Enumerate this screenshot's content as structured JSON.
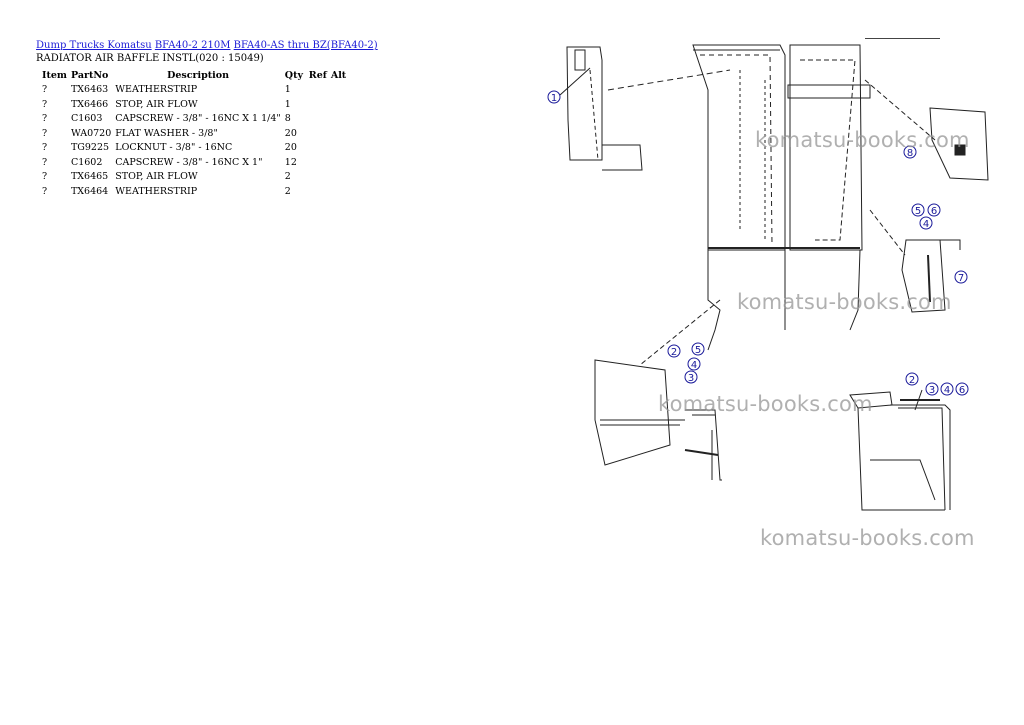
{
  "breadcrumb": {
    "link1": "Dump Trucks Komatsu",
    "link2": "BFA40-2 210M",
    "link3": "BFA40-AS thru BZ(BFA40-2)"
  },
  "subtitle": "RADIATOR AIR BAFFLE INSTL(020 : 15049)",
  "table": {
    "headers": {
      "item": "Item",
      "partno": "PartNo",
      "description": "Description",
      "qty": "Qty",
      "ref": "Ref",
      "alt": "Alt"
    },
    "rows": [
      {
        "item": "?",
        "partno": "TX6463",
        "description": "WEATHERSTRIP",
        "qty": "1"
      },
      {
        "item": "?",
        "partno": "TX6466",
        "description": "STOP, AIR FLOW",
        "qty": "1"
      },
      {
        "item": "?",
        "partno": "C1603",
        "description": "CAPSCREW - 3/8\" - 16NC X 1 1/4\"",
        "qty": "8"
      },
      {
        "item": "?",
        "partno": "WA0720",
        "description": "FLAT WASHER - 3/8\"",
        "qty": "20"
      },
      {
        "item": "?",
        "partno": "TG9225",
        "description": "LOCKNUT - 3/8\" - 16NC",
        "qty": "20"
      },
      {
        "item": "?",
        "partno": "C1602",
        "description": "CAPSCREW - 3/8\" - 16NC X 1\"",
        "qty": "12"
      },
      {
        "item": "?",
        "partno": "TX6465",
        "description": "STOP, AIR FLOW",
        "qty": "2"
      },
      {
        "item": "?",
        "partno": "TX6464",
        "description": "WEATHERSTRIP",
        "qty": "2"
      }
    ]
  },
  "watermark": "komatsu-books.com",
  "callouts": {
    "c1": "1",
    "c2": "2",
    "c3": "3",
    "c4": "4",
    "c5": "5",
    "c6": "6",
    "c7": "7",
    "c8": "8"
  }
}
